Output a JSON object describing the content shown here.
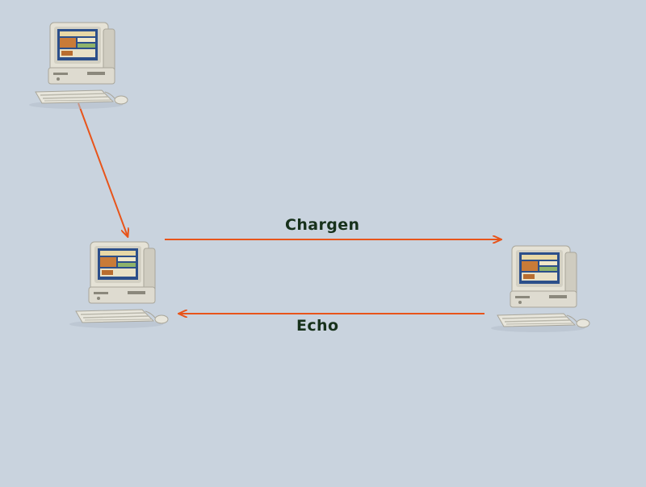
{
  "diagram": {
    "nodes": [
      {
        "id": "computer-top-left",
        "icon": "desktop-computer-icon"
      },
      {
        "id": "computer-middle-left",
        "icon": "desktop-computer-icon"
      },
      {
        "id": "computer-right",
        "icon": "desktop-computer-icon"
      }
    ],
    "edges": [
      {
        "from": "computer-top-left",
        "to": "computer-middle-left",
        "label": ""
      },
      {
        "from": "computer-middle-left",
        "to": "computer-right",
        "label": "Chargen"
      },
      {
        "from": "computer-right",
        "to": "computer-middle-left",
        "label": "Echo"
      }
    ],
    "arrow_color": "#e8541a",
    "label_color": "#17311b",
    "background_color": "#c9d3de"
  }
}
